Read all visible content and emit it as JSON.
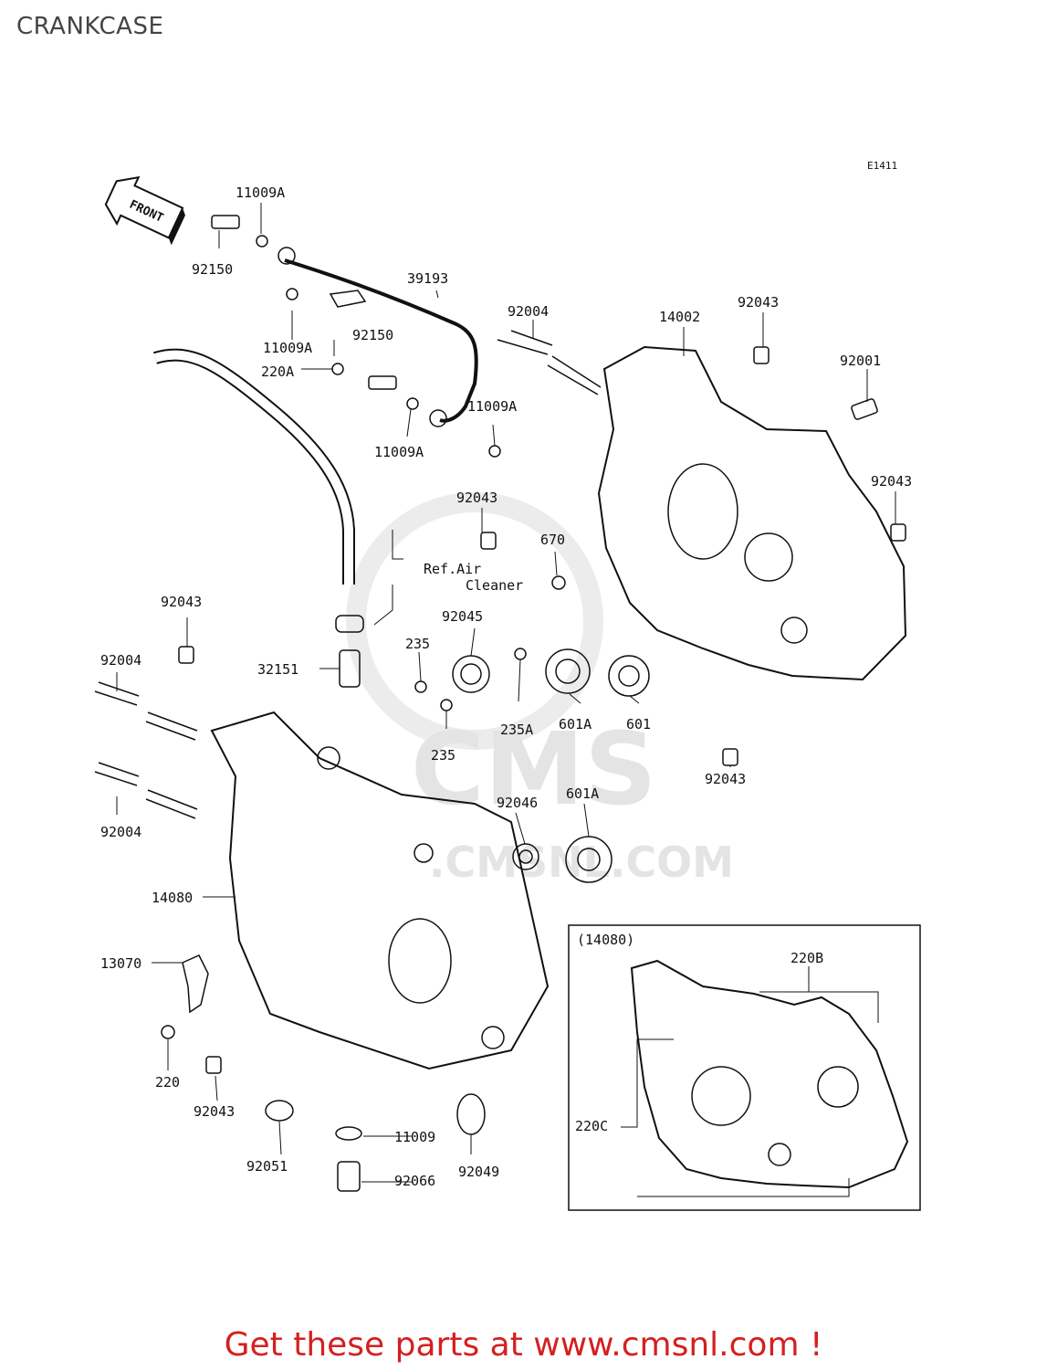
{
  "title": "CRANKCASE",
  "diagram_code": "E1411",
  "front_label": "FRONT",
  "watermark": "CMS",
  "watermark_domain": ".CMSNL.COM",
  "footer": "Get these parts at www.cmsnl.com !",
  "inset": {
    "label": "(14080)",
    "parts": [
      "220B",
      "220C"
    ]
  },
  "callouts": [
    "11009A",
    "92150",
    "11009A",
    "39193",
    "92150",
    "220A",
    "11009A",
    "11009A",
    "92004",
    "14002",
    "92043",
    "92001",
    "92043",
    "92043",
    "670",
    "Ref.Air",
    "Cleaner",
    "92043",
    "92004",
    "92045",
    "235",
    "32151",
    "235",
    "235A",
    "601A",
    "601",
    "92043",
    "92004",
    "92046",
    "601A",
    "14080",
    "13070",
    "220",
    "92043",
    "11009",
    "92051",
    "92066",
    "92049"
  ],
  "colors": {
    "line": "#111111",
    "footer": "#d42020",
    "title": "#444444",
    "watermark": "#e6e6e6"
  }
}
